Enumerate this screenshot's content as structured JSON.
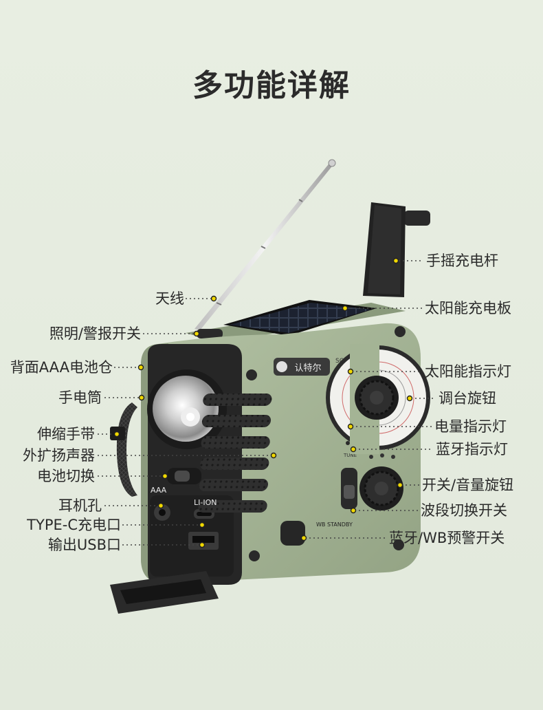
{
  "title": "多功能详解",
  "labels": {
    "antenna": "天线",
    "light_alarm_switch": "照明/警报开关",
    "aaa_battery_compartment": "背面AAA电池仓",
    "flashlight": "手电筒",
    "wrist_strap": "伸缩手带",
    "speaker": "外扩扬声器",
    "battery_switch": "电池切换",
    "headphone_jack": "耳机孔",
    "typec_port": "TYPE-C充电口",
    "usb_output": "输出USB口",
    "hand_crank": "手摇充电杆",
    "solar_panel": "太阳能充电板",
    "solar_indicator": "太阳能指示灯",
    "tuning_knob": "调台旋钮",
    "battery_indicator": "电量指示灯",
    "bluetooth_indicator": "蓝牙指示灯",
    "power_volume_knob": "开关/音量旋钮",
    "band_switch": "波段切换开关",
    "bt_wb_switch": "蓝牙/WB预警开关"
  },
  "device_markings": {
    "solar": "SOLAR",
    "tune": "TUNE",
    "aaa": "AAA",
    "li_ion": "LI-ION",
    "wb_standby": "WB STANDBY",
    "logo": "认特尔"
  },
  "colors": {
    "body_green": "#a4b495",
    "dot_yellow": "#f0d800",
    "background": "#e6ece0"
  }
}
